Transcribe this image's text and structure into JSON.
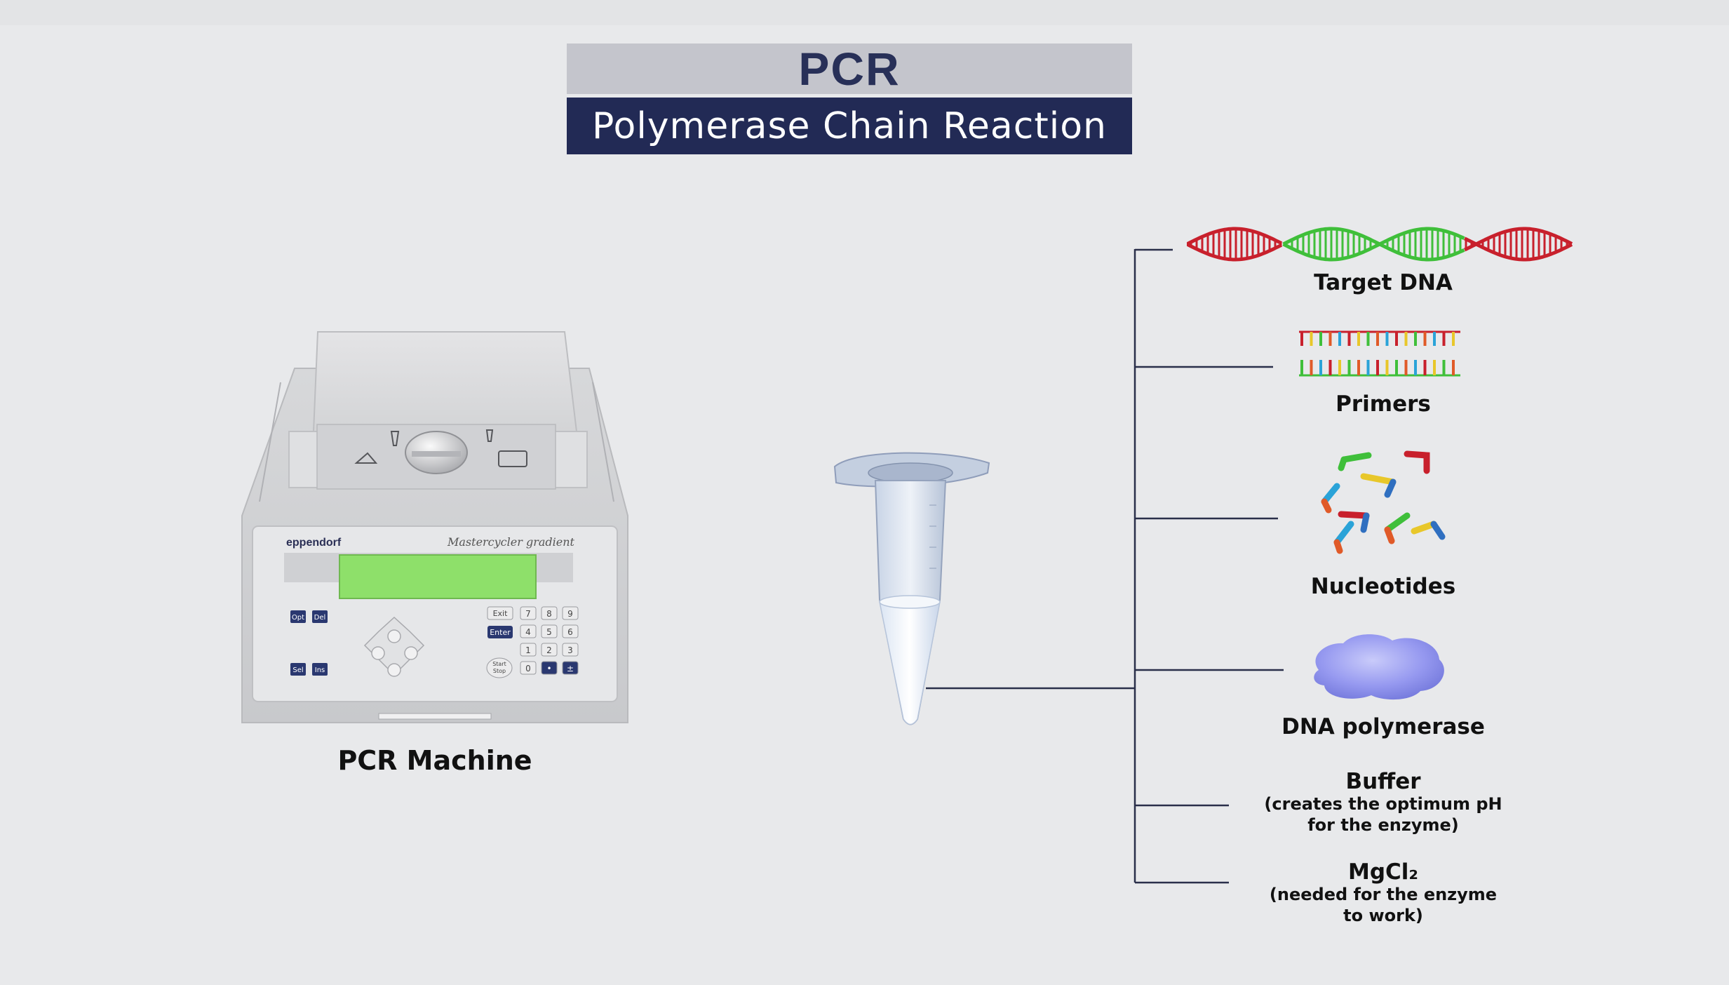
{
  "title": {
    "abbreviation": "PCR",
    "full_name": "Polymerase Chain Reaction"
  },
  "machine": {
    "label": "PCR Machine",
    "brand": "eppendorf",
    "model": "Mastercycler gradient",
    "keys": {
      "opt": "Opt",
      "del": "Del",
      "sel": "Sel",
      "ins": "Ins",
      "exit": "Exit",
      "enter": "Enter",
      "start_stop_1": "Start",
      "start_stop_2": "Stop",
      "digits": [
        "7",
        "8",
        "9",
        "4",
        "5",
        "6",
        "1",
        "2",
        "3",
        "0",
        "•",
        "±"
      ]
    }
  },
  "components": [
    {
      "id": "target-dna",
      "label": "Target DNA",
      "icon": "dna-helix-icon"
    },
    {
      "id": "primers",
      "label": "Primers",
      "icon": "primers-icon"
    },
    {
      "id": "nucleotides",
      "label": "Nucleotides",
      "icon": "nucleotides-icon"
    },
    {
      "id": "dna-polymerase",
      "label": "DNA polymerase",
      "icon": "polymerase-blob-icon"
    },
    {
      "id": "buffer",
      "label": "Buffer",
      "note_line1": "(creates the optimum pH",
      "note_line2": "for the enzyme)"
    },
    {
      "id": "mgcl2",
      "label": "MgCl₂",
      "note_line1": "(needed for the enzyme",
      "note_line2": "to work)"
    }
  ],
  "colors": {
    "title_top_bg": "#c4c5cc",
    "title_bottom_bg": "#222a55",
    "title_text": "#283058",
    "dna_red": "#c8202c",
    "dna_green": "#3fbf3a",
    "line": "#2a2f4a",
    "polymerase": "#8f92ee",
    "screen_green": "#8ee06a"
  }
}
